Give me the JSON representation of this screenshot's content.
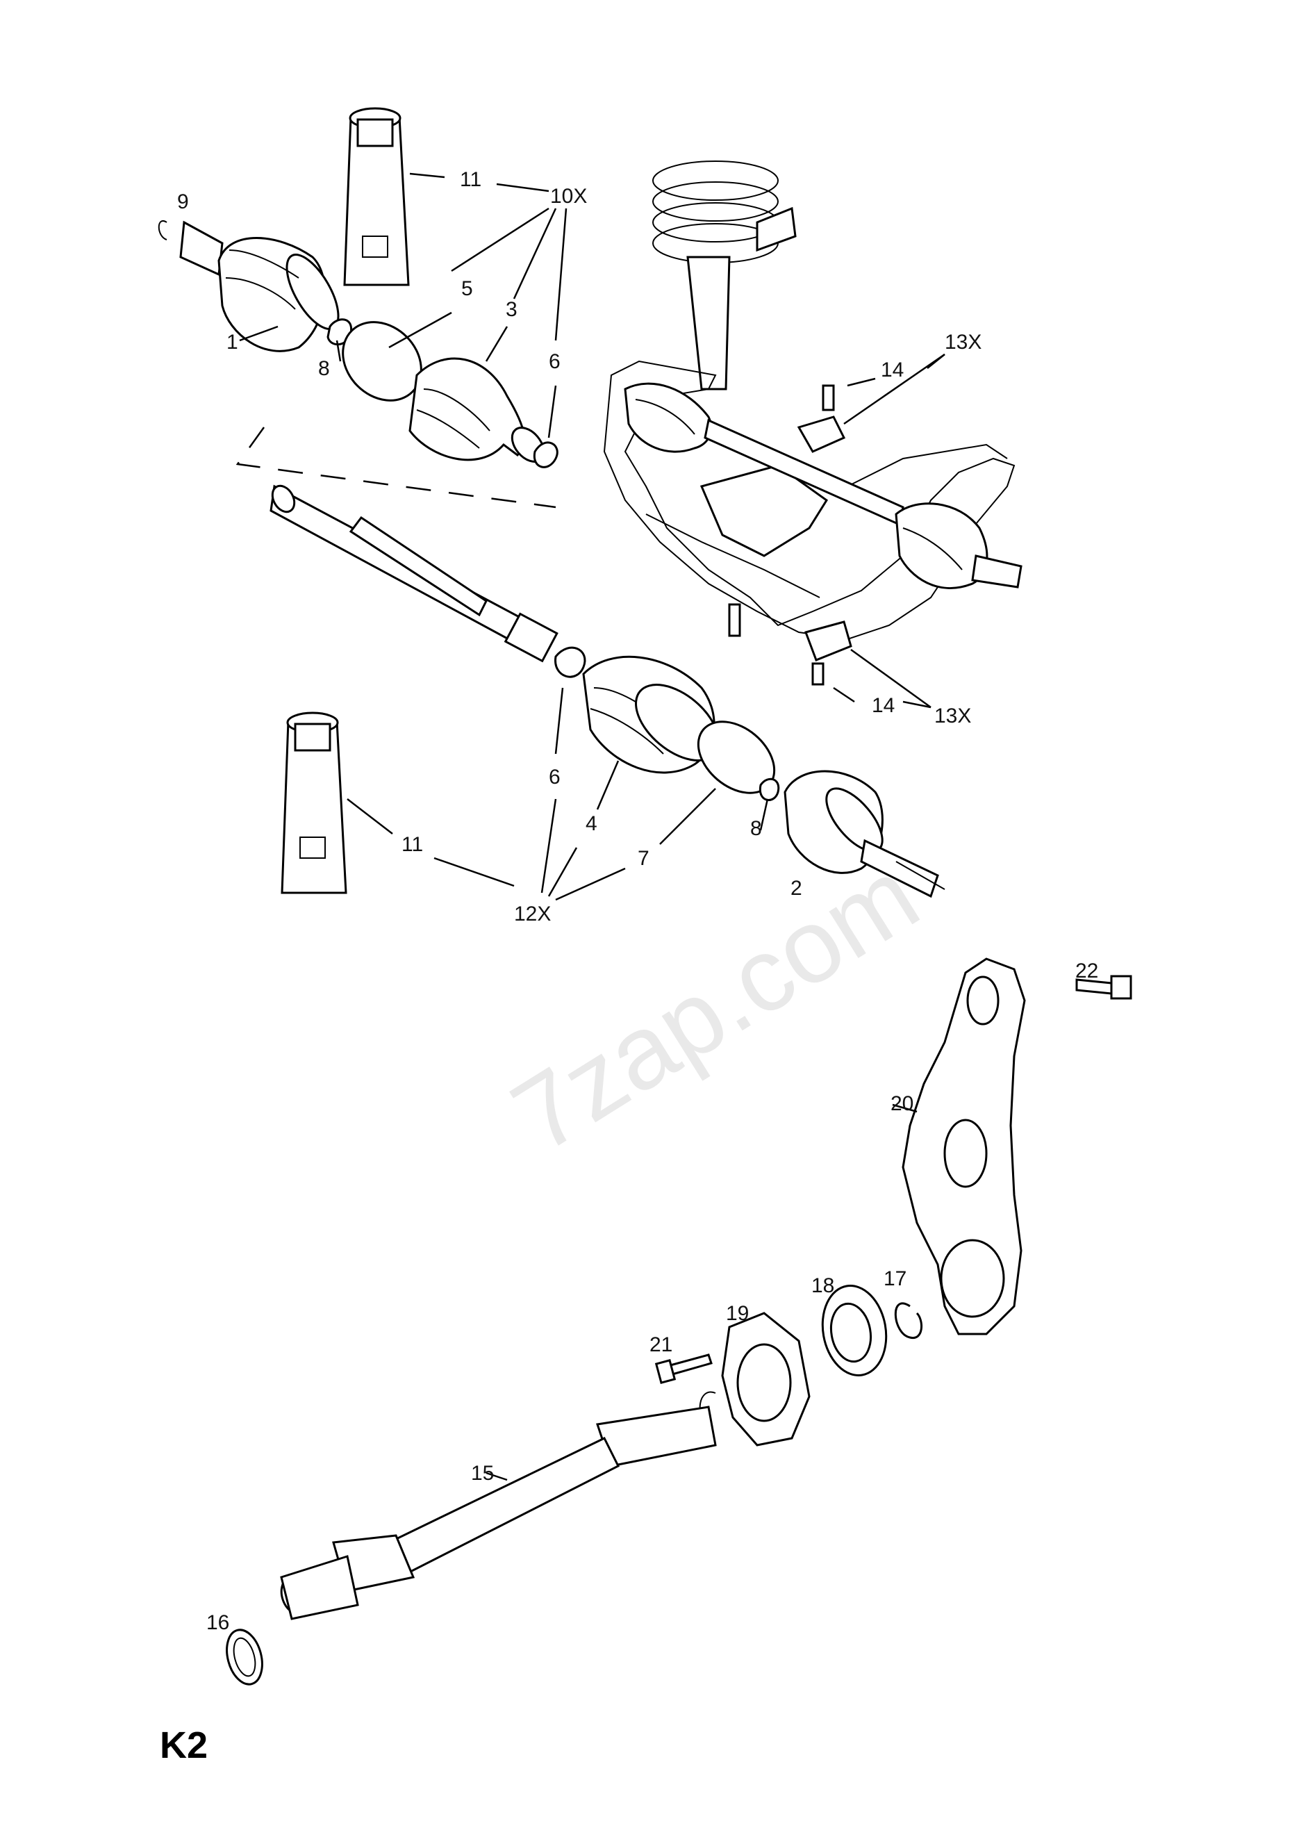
{
  "sheet_label": "K2",
  "watermark": "7zap.com",
  "callouts": [
    "9",
    "11",
    "10X",
    "5",
    "3",
    "6",
    "1",
    "8",
    "14",
    "13X",
    "14",
    "13X",
    "11",
    "6",
    "4",
    "7",
    "8",
    "2",
    "12X",
    "22",
    "20",
    "18",
    "17",
    "19",
    "21",
    "15",
    "16"
  ]
}
